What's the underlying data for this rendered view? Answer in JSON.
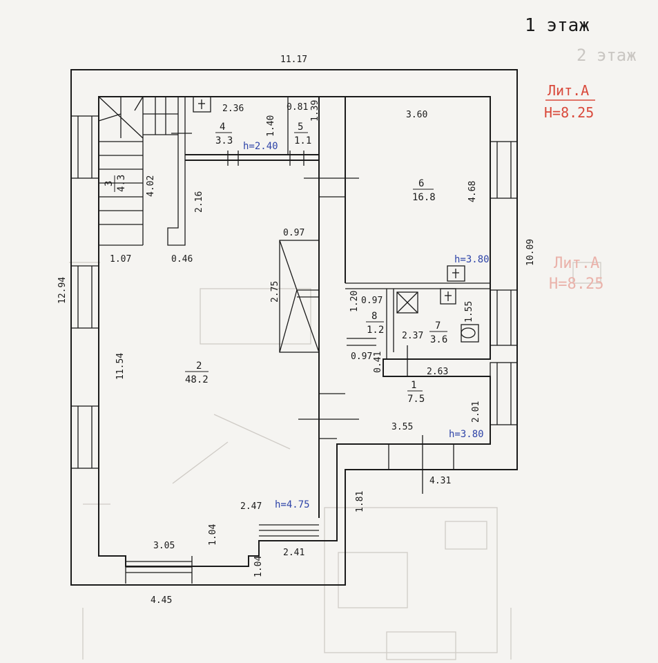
{
  "header": {
    "floor_title": "1 этаж",
    "ghost_floor_title": "2 этаж"
  },
  "litera": {
    "label": "Лит.А",
    "height": "Н=8.25"
  },
  "ghost_litera": {
    "label": "Лит.А",
    "height": "Н=8.25"
  },
  "outer_dims": {
    "top": "11.17",
    "left": "12.94",
    "right": "10.09",
    "bottom": "4.45",
    "bottom_right": "4.31",
    "tail": "1.81"
  },
  "rooms": [
    {
      "number": "1",
      "area": "7.5"
    },
    {
      "number": "2",
      "area": "48.2"
    },
    {
      "number": "3",
      "area": "4.3"
    },
    {
      "number": "4",
      "area": "3.3"
    },
    {
      "number": "5",
      "area": "1.1"
    },
    {
      "number": "6",
      "area": "16.8"
    },
    {
      "number": "7",
      "area": "3.6"
    },
    {
      "number": "8",
      "area": "1.2"
    }
  ],
  "heights": {
    "h240": "h=2.40",
    "h380_upper": "h=3.80",
    "h380_lower": "h=3.80",
    "h475": "h=4.75"
  },
  "inner_dims": {
    "d236": "2.36",
    "d081": "0.81",
    "d139": "1.39",
    "d140": "1.40",
    "d360": "3.60",
    "d468": "4.68",
    "d402": "4.02",
    "d216": "2.16",
    "d107": "1.07",
    "d046": "0.46",
    "d097a": "0.97",
    "d275": "2.75",
    "d120": "1.20",
    "d097b": "0.97",
    "d097c": "0.97",
    "d041": "0.41",
    "d237": "2.37",
    "d155": "1.55",
    "d263": "2.63",
    "d1154": "11.54",
    "d201": "2.01",
    "d355": "3.55",
    "d247": "2.47",
    "d104a": "1.04",
    "d104b": "1.04",
    "d305": "3.05",
    "d241": "2.41"
  }
}
